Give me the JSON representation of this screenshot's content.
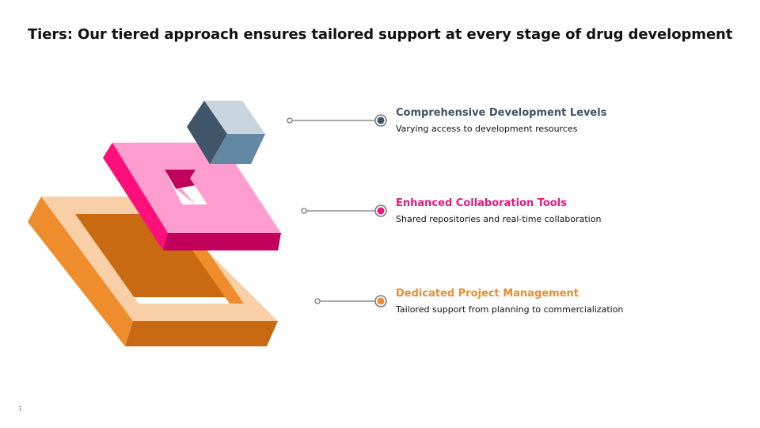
{
  "title": "Tiers: Our tiered approach ensures tailored support at every stage of drug development",
  "slide_number": "1",
  "colors": {
    "tier1": "#3f5368",
    "tier2": "#e6157f",
    "tier3": "#ef8c2b"
  },
  "tiers": [
    {
      "title": "Comprehensive Development Levels",
      "description": "Varying access to development resources"
    },
    {
      "title": "Enhanced Collaboration Tools",
      "description": "Shared repositories and real-time collaboration"
    },
    {
      "title": "Dedicated Project Management",
      "description": "Tailored support from planning to commercialization"
    }
  ]
}
